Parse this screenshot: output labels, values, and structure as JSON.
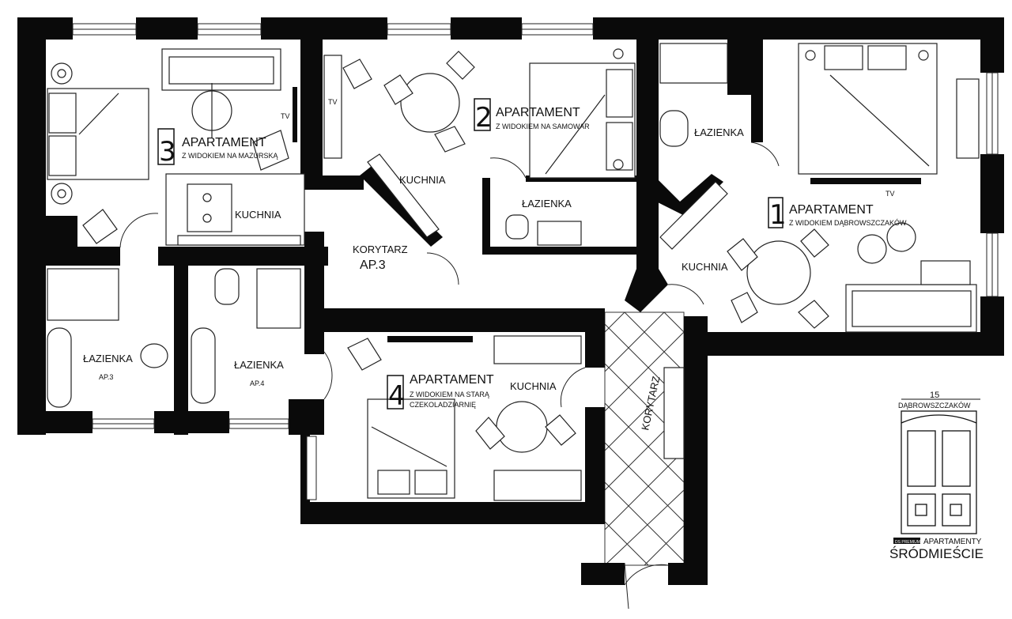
{
  "apartments": [
    {
      "number": "1",
      "name": "APARTAMENT",
      "subtitle": "Z WIDOKIEM DĄBROWSZCZAKÓW"
    },
    {
      "number": "2",
      "name": "APARTAMENT",
      "subtitle": "Z WIDOKIEM NA SAMOWAR"
    },
    {
      "number": "3",
      "name": "APARTAMENT",
      "subtitle": "Z WIDOKIEM NA MAZURSKĄ"
    },
    {
      "number": "4",
      "name": "APARTAMENT",
      "subtitle_line1": "Z WIDOKIEM NA STARĄ",
      "subtitle_line2": "CZEKOLADZIARNIĘ"
    }
  ],
  "rooms": {
    "kitchen": "KUCHNIA",
    "bathroom": "ŁAZIENKA",
    "corridor": "KORYTARZ",
    "corridor_ap3": "AP.3",
    "bath_ap3": "AP.3",
    "bath_ap4": "AP.4",
    "tv": "TV"
  },
  "logo": {
    "number": "15",
    "street": "DĄBROWSZCZAKÓW",
    "badge": "DS PREMIUM",
    "line1": "APARTAMENTY",
    "line2": "ŚRÓDMIEŚCIE"
  },
  "colors": {
    "wall": "#0a0a0a",
    "background": "#ffffff"
  }
}
